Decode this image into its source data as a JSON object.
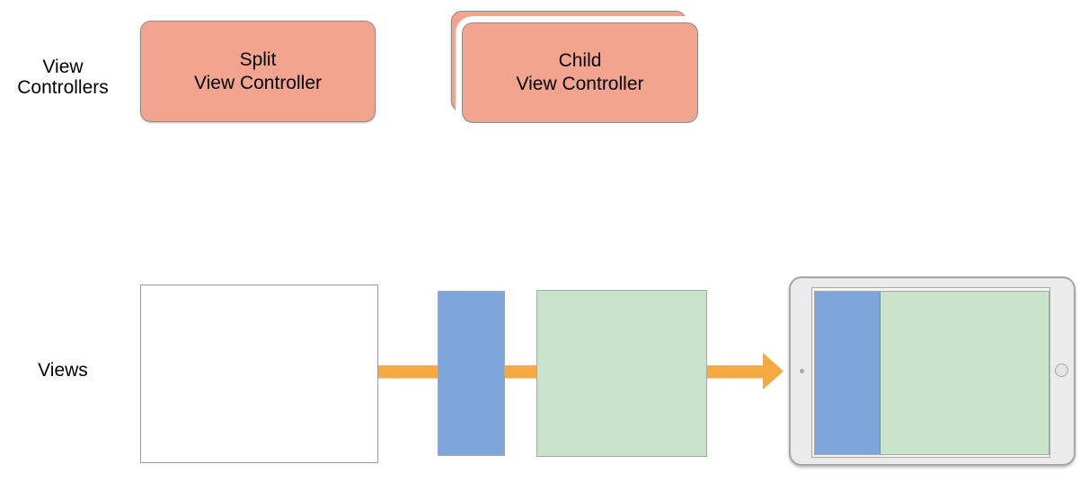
{
  "labels": {
    "row1_line1": "View",
    "row1_line2": "Controllers",
    "row2": "Views"
  },
  "nodes": {
    "split_controller": {
      "line1": "Split",
      "line2": "View Controller"
    },
    "child_controller": {
      "line1": "Child",
      "line2": "View Controller"
    }
  },
  "icons": {
    "camera_dot": "ipad-front-camera",
    "home_button": "ipad-home-button",
    "flow_arrow": "right-arrow"
  },
  "colors": {
    "salmon": "#F2A48E",
    "node_border": "#8A8A8A",
    "blue": "#7EA6DB",
    "green": "#C8E3C9",
    "pane_border": "#A8A8A8",
    "orange": "#F6A941",
    "window_border": "#999999",
    "device_body": "#EBEBEB",
    "device_border": "#A6A6A6",
    "screen_strip": "#F7F5F0",
    "text": "#000000"
  }
}
